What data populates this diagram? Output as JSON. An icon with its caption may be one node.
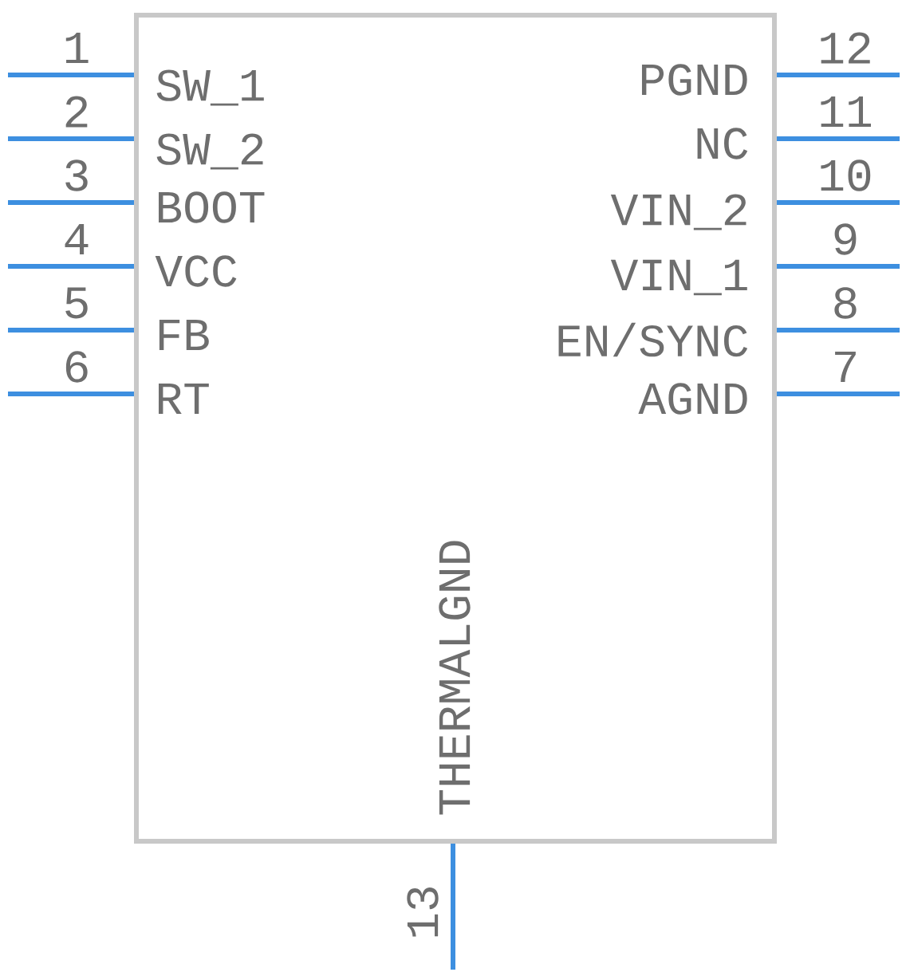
{
  "diagram": {
    "nodes": [
      {
        "text": [
          "SW_1",
          "PGND",
          "SW_2",
          "NC",
          "BOOT",
          "VIN_2",
          "VCC",
          "VIN_1",
          "FB",
          "EN/SYNC",
          "RT",
          "AGND",
          "THERMALGND"
        ]
      }
    ],
    "labels": [
      "1",
      "2",
      "3",
      "4",
      "5",
      "6",
      "7",
      "8",
      "9",
      "10",
      "11",
      "12",
      "13"
    ]
  }
}
